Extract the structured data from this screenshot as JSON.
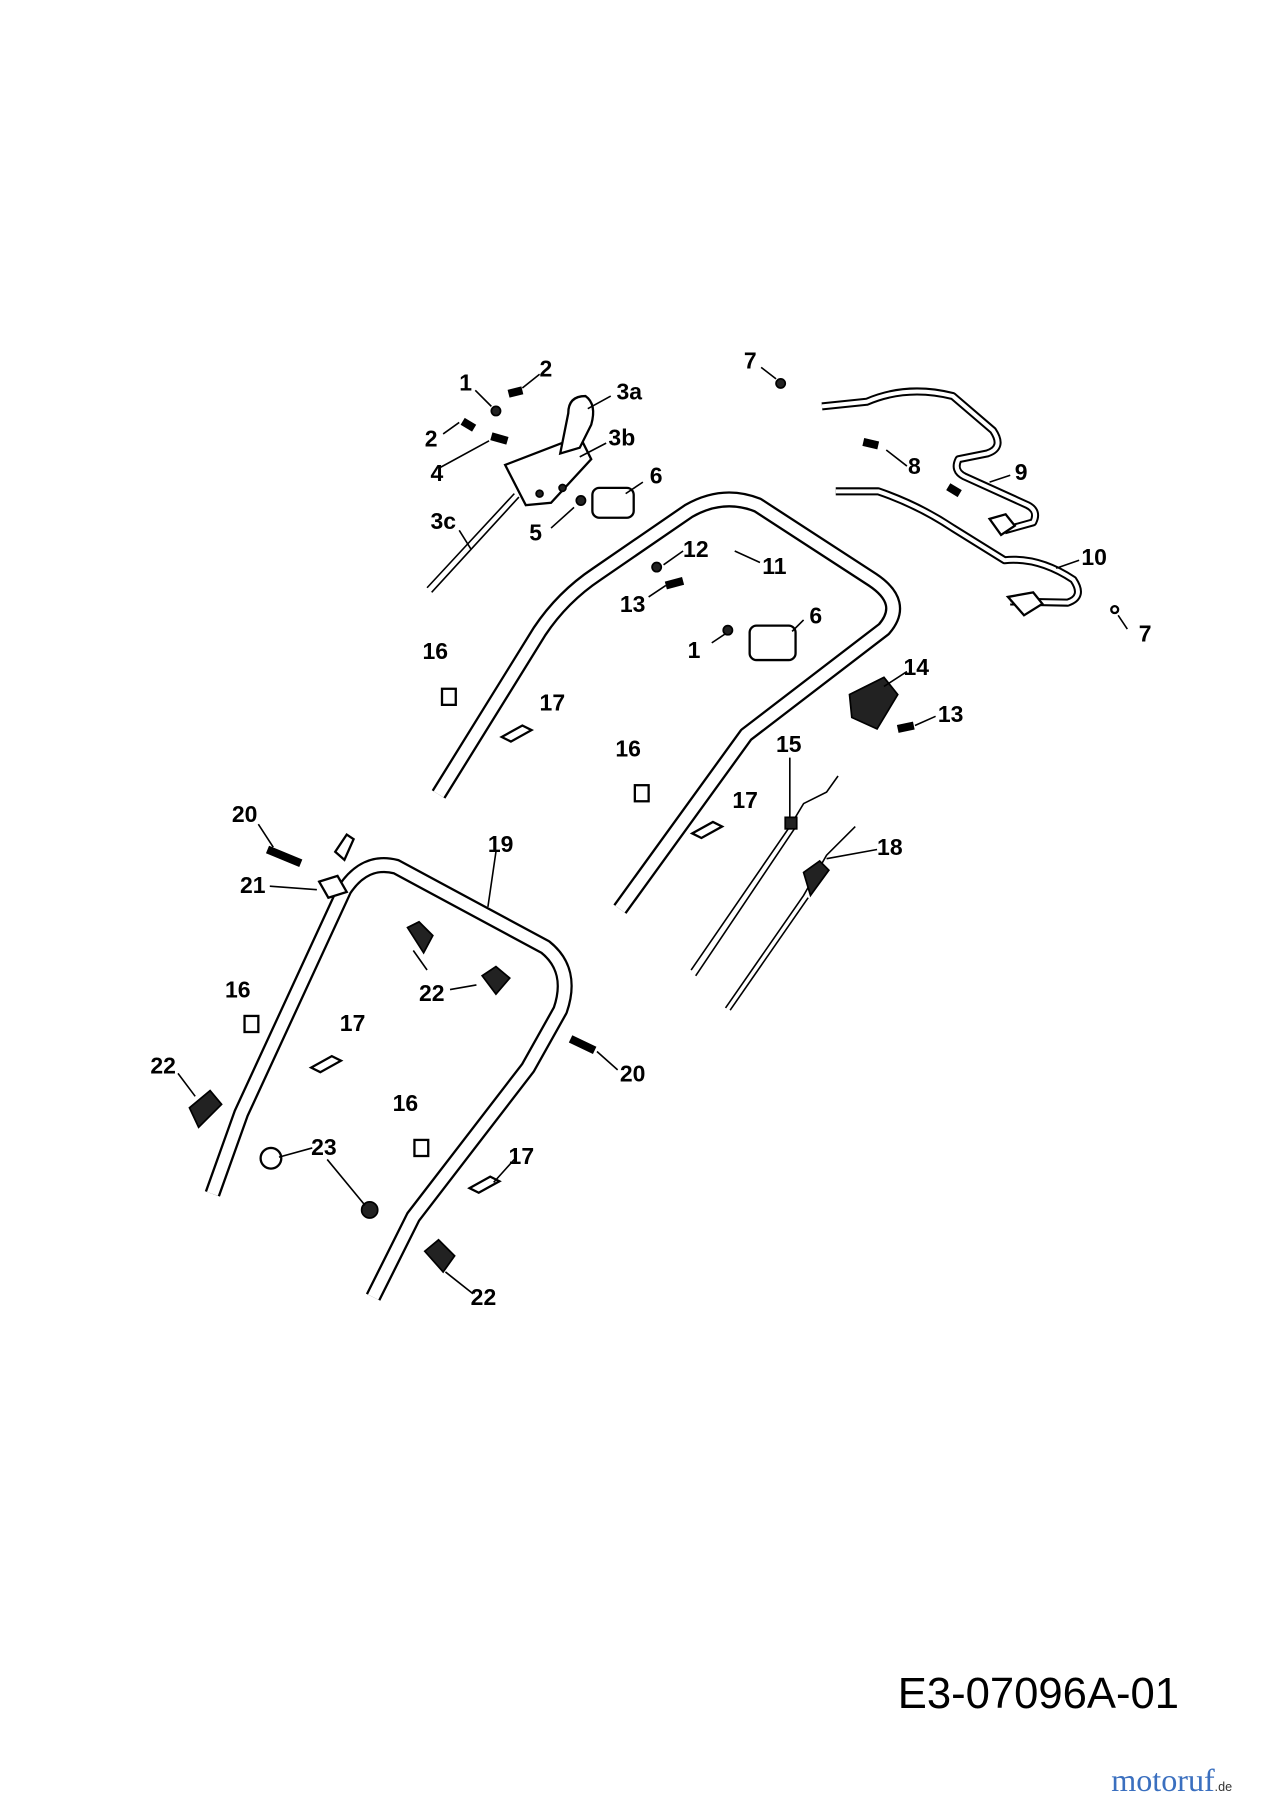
{
  "diagram": {
    "labels": {
      "l1a": "1",
      "l2a": "2",
      "l3a": "3a",
      "l2b": "2",
      "l3b": "3b",
      "l4": "4",
      "l6a": "6",
      "l3c": "3c",
      "l5": "5",
      "l7a": "7",
      "l8": "8",
      "l9": "9",
      "l10": "10",
      "l11": "11",
      "l12": "12",
      "l13a": "13",
      "l1b": "1",
      "l6b": "6",
      "l7b": "7",
      "l14": "14",
      "l13b": "13",
      "l16a": "16",
      "l17a": "17",
      "l16b": "16",
      "l15": "15",
      "l17b": "17",
      "l18": "18",
      "l20a": "20",
      "l21": "21",
      "l19": "19",
      "l22a": "22",
      "l16c": "16",
      "l17c": "17",
      "l22b": "22",
      "l20b": "20",
      "l16d": "16",
      "l17d": "17",
      "l23": "23",
      "l22c": "22"
    },
    "drawing_code": "E3-07096A-01",
    "watermark": {
      "text": "motoruf",
      "suffix": ".de"
    }
  }
}
